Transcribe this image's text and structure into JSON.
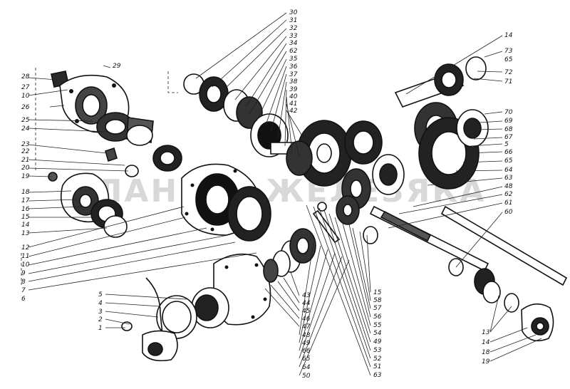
{
  "watermark": "ПЛАНЕТА ЖЕЛЕЗЯКА",
  "labels": {
    "l29": "29",
    "l28": "28",
    "l27": "27",
    "l10a": "10",
    "l26": "26",
    "l25": "25",
    "l24": "24",
    "l23": "23",
    "l22": "22",
    "l21": "21",
    "l20": "20",
    "l19a": "19",
    "l18a": "18",
    "l17": "17",
    "l16": "16",
    "l15a": "15",
    "l14a": "14",
    "l13a": "13",
    "l12": "12",
    "l11": "11",
    "l10b": "10",
    "l9": "9",
    "l8": "8",
    "l7": "7",
    "l6": "6",
    "l5a": "5",
    "l4": "4",
    "l3": "3",
    "l2": "2",
    "l1": "1",
    "t30": "30",
    "t31": "31",
    "t32": "32",
    "t33": "33",
    "t34": "34",
    "t62": "62",
    "t35": "35",
    "t36": "36",
    "t37": "37",
    "t38": "38",
    "t39": "39",
    "t40": "40",
    "t41": "41",
    "t42": "42",
    "r14": "14",
    "r73": "73",
    "r65a": "65",
    "r72": "72",
    "r71": "71",
    "r70": "70",
    "r69": "69",
    "r68": "68",
    "r67": "67",
    "r5": "5",
    "r66": "66",
    "r65b": "65",
    "r64": "64",
    "r63": "63",
    "r48": "48",
    "r62": "62",
    "r61": "61",
    "r60": "60",
    "c43": "43",
    "c44": "44",
    "c45": "45",
    "c46": "46",
    "c47": "47",
    "c48": "48",
    "c49": "49",
    "c66": "66",
    "c65": "65",
    "c64": "64",
    "c50": "50",
    "m15": "15",
    "m58": "58",
    "m57": "57",
    "m56": "56",
    "m55": "55",
    "m54": "54",
    "m49": "49",
    "m53": "53",
    "m52": "52",
    "m51": "51",
    "m63": "63",
    "b13": "13",
    "b14": "14",
    "b18": "18",
    "b19": "19"
  }
}
